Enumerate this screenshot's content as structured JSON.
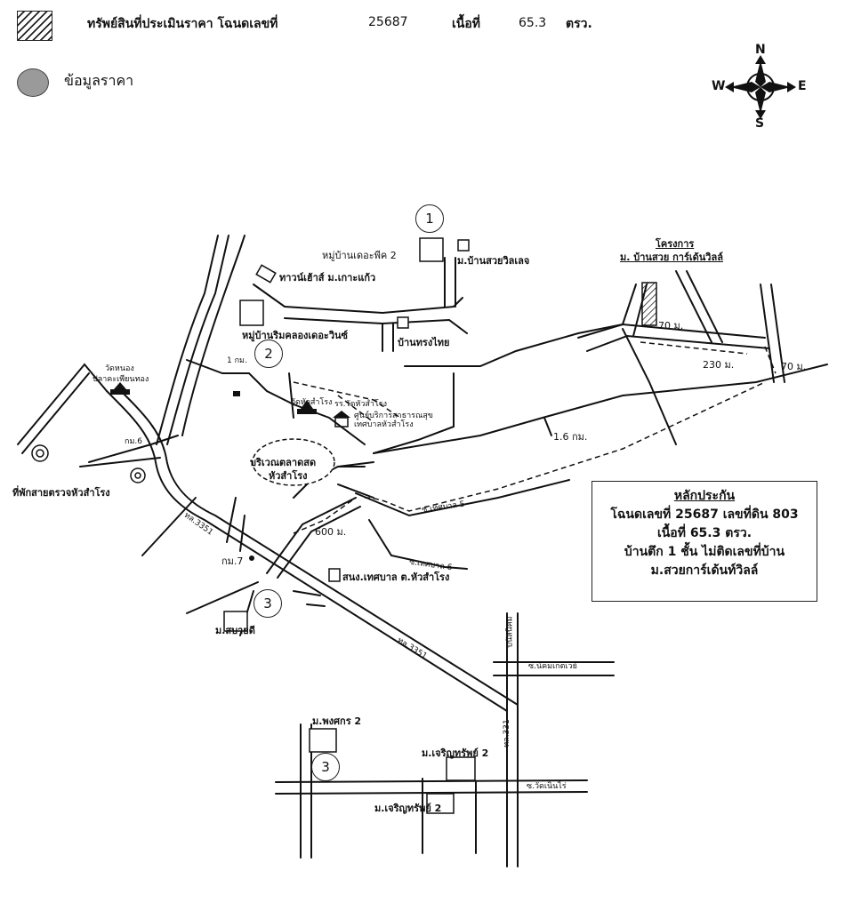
{
  "header": {
    "subject_label": "ทรัพย์สินที่ประเมินราคา โฉนดเลขที่",
    "deed_no": "25687",
    "area_label": "เนื้อที่",
    "area_value": "65.3",
    "area_unit": "ตรว.",
    "data_legend": "ข้อมูลราคา"
  },
  "compass": {
    "n": "N",
    "s": "S",
    "e": "E",
    "w": "W"
  },
  "collateral_box": {
    "title": "หลักประกัน",
    "line1": "โฉนดเลขที่ 25687 เลขที่ดิน 803",
    "line2": "เนื้อที่ 65.3 ตรว.",
    "line3": "บ้านตึก 1 ชั้น ไม่ติดเลขที่บ้าน",
    "line4": "ม.สวยการ์เด้นท์วิลล์"
  },
  "markers": {
    "m1": "1",
    "m2": "2",
    "m3a": "3",
    "m3b": "3"
  },
  "labels": {
    "village_delphi2": "หมู่บ้านเดอะพีค 2",
    "suay_village": "ม.บ้านสวยวิลเลจ",
    "project_line1": "โครงการ",
    "project_line2": "ม. บ้านสวย การ์เด้นวิลล์",
    "townhouse": "ทาวน์เฮ้าส์ ม.เกาะแก้ว",
    "canal_village": "หมู่บ้านริมคลองเดอะวินซ์",
    "thai_house": "บ้านทรงไทย",
    "dist_70a": "70 ม.",
    "dist_230": "230 ม.",
    "dist_70b": "70 ม.",
    "dist_1km": "1 กม.",
    "dist_16km": "1.6 กม.",
    "dist_600": "600 ม.",
    "wat_thai": "วัดหนอง",
    "wat_thai2": "ปลาคะเพียนทอง",
    "wat_hua": "วัดหัวสำโรง",
    "school": "รร.วัดหัวสำโรง",
    "health_center": "ศูนย์บริการสาธารณสุข",
    "health_center2": "เทศบาลหัวสำโรง",
    "market1": "บริเวณตลาดสด",
    "market2": "หัวสำโรง",
    "police": "ที่พักสายตรวจหัวสำโรง",
    "km6": "กม.6",
    "km7": "กม.7",
    "road_3351": "ทล.3351",
    "road_3351b": "ทล.3351",
    "road_331": "ทล.331",
    "road_mun5": "ซ.เทศบาล 5",
    "road_mun6": "ซ.เทศบาล 6",
    "municipality_office": "สนง.เทศบาล ต.หัวสำโรง",
    "sabaidee": "ม.สบายดี",
    "pongsakorn": "ม.พงศกร 2",
    "charoensap1": "ม.เจริญทรัพย์ 2",
    "charoensap2": "ม.เจริญทรัพย์ 2",
    "nikom_road": "ซ.นิคมเกตเวย์",
    "wat_road": "ซ.วัดเนินไร่",
    "panat_road": "ปนัสนิคม"
  },
  "colors": {
    "ink": "#111111",
    "legend_circle": "#9a9a9a"
  }
}
